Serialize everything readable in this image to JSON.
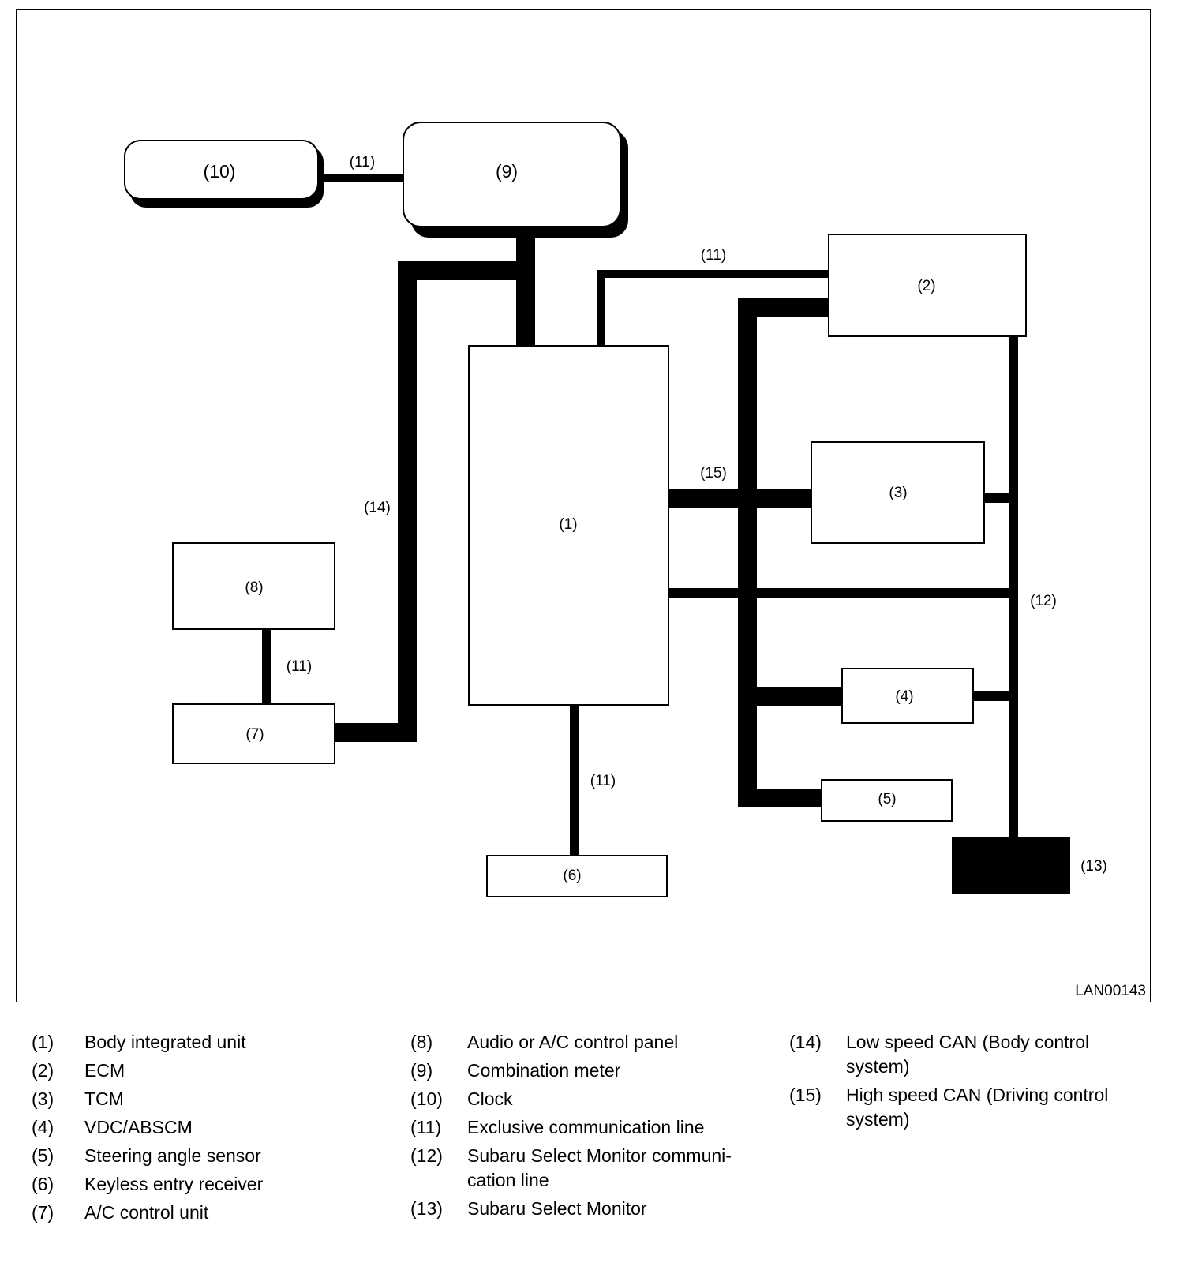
{
  "diagram": {
    "code": "LAN00143",
    "boxes": {
      "n1": "(1)",
      "n2": "(2)",
      "n3": "(3)",
      "n4": "(4)",
      "n5": "(5)",
      "n6": "(6)",
      "n7": "(7)",
      "n8": "(8)",
      "n9": "(9)",
      "n10": "(10)",
      "n13": "(13)"
    },
    "line_labels": {
      "l11_top": "(11)",
      "l11_mid": "(11)",
      "l11_left": "(11)",
      "l11_bottom": "(11)",
      "l12": "(12)",
      "l14": "(14)",
      "l15": "(15)"
    }
  },
  "legend": [
    [
      {
        "num": "(1)",
        "text": "Body integrated unit"
      },
      {
        "num": "(2)",
        "text": "ECM"
      },
      {
        "num": "(3)",
        "text": "TCM"
      },
      {
        "num": "(4)",
        "text": "VDC/ABSCM"
      },
      {
        "num": "(5)",
        "text": "Steering angle sensor"
      },
      {
        "num": "(6)",
        "text": "Keyless entry receiver"
      },
      {
        "num": "(7)",
        "text": "A/C control unit"
      }
    ],
    [
      {
        "num": "(8)",
        "text": "Audio or A/C control panel"
      },
      {
        "num": "(9)",
        "text": "Combination meter"
      },
      {
        "num": "(10)",
        "text": "Clock"
      },
      {
        "num": "(11)",
        "text": "Exclusive communication line"
      },
      {
        "num": "(12)",
        "text": "Subaru Select Monitor communi-cation line"
      },
      {
        "num": "(13)",
        "text": "Subaru Select Monitor"
      }
    ],
    [
      {
        "num": "(14)",
        "text": "Low speed CAN (Body control system)"
      },
      {
        "num": "(15)",
        "text": "High speed CAN (Driving control system)"
      }
    ]
  ]
}
